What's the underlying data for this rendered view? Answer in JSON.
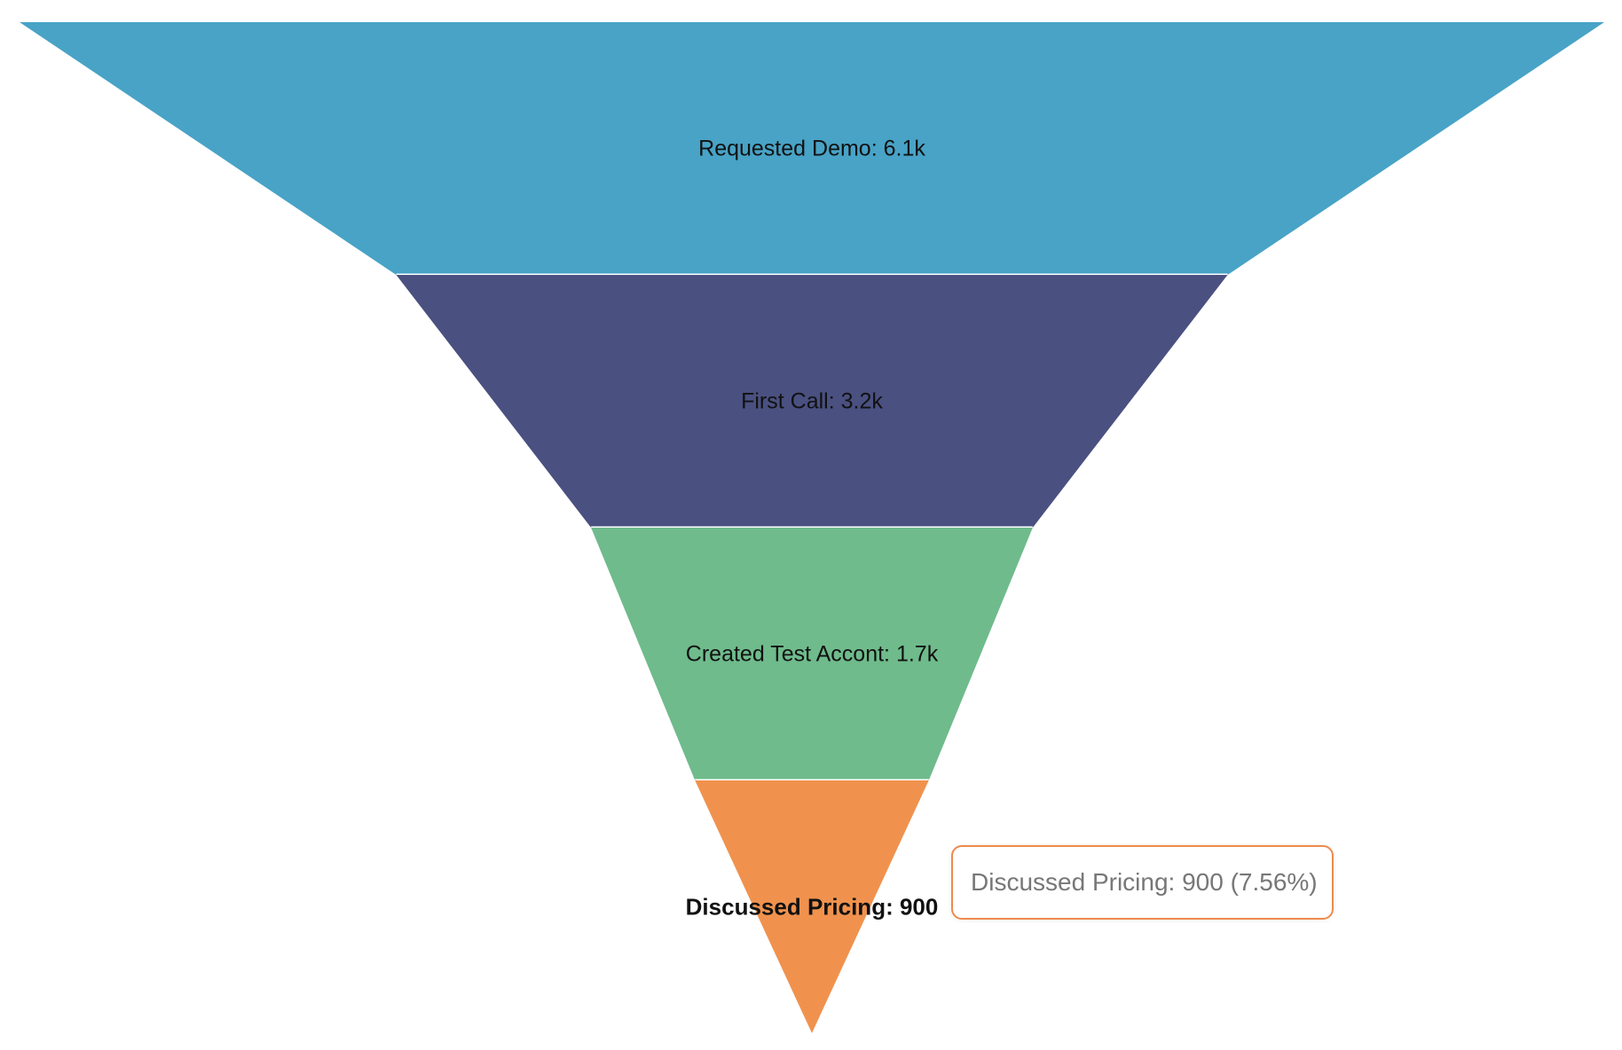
{
  "chart_data": {
    "type": "funnel",
    "title": "",
    "legend_position": "none",
    "sort": "descending",
    "label_position": "inside",
    "label_color": "#111111",
    "separator_color": "#ffffff",
    "background_color": "#ffffff",
    "stages": [
      {
        "label": "Requested Demo",
        "value": 6100,
        "display": "Requested Demo: 6.1k",
        "color": "#48A3C6",
        "emphasis": false
      },
      {
        "label": "First Call",
        "value": 3200,
        "display": "First Call: 3.2k",
        "color": "#4A5080",
        "emphasis": false
      },
      {
        "label": "Created Test Accont",
        "value": 1700,
        "display": "Created Test Accont: 1.7k",
        "color": "#6FBB8C",
        "emphasis": false
      },
      {
        "label": "Discussed Pricing",
        "value": 900,
        "display": "Discussed Pricing: 900",
        "color": "#F0924E",
        "emphasis": true
      }
    ],
    "tip_width": 0
  },
  "tooltip": {
    "text": "Discussed Pricing: 900 (7.56%)",
    "border_color": "#EE8A4D",
    "text_color": "#777777"
  }
}
